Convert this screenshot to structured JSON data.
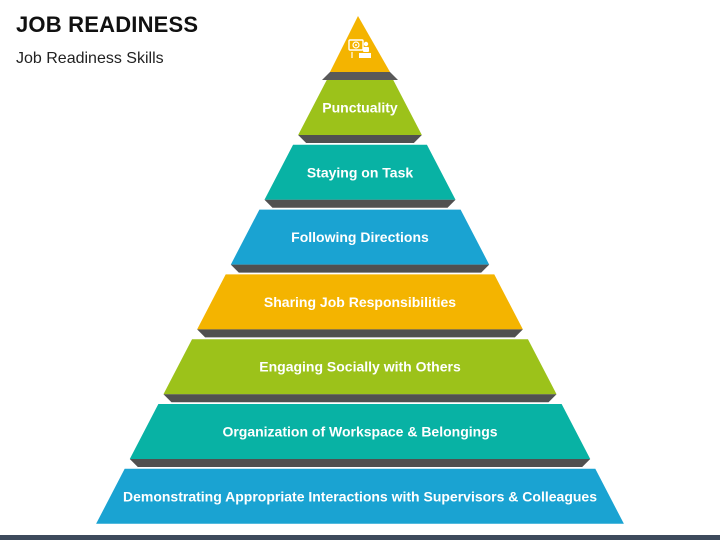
{
  "header": {
    "title": "JOB READINESS",
    "subtitle": "Job Readiness Skills"
  },
  "pyramid": {
    "top_icon": "target-and-person-icon",
    "tiers": [
      {
        "label": "Punctuality",
        "color": "#9cc21a"
      },
      {
        "label": "Staying on Task",
        "color": "#08b2a4"
      },
      {
        "label": "Following Directions",
        "color": "#1aa3d2"
      },
      {
        "label": "Sharing Job Responsibilities",
        "color": "#f4b400"
      },
      {
        "label": "Engaging Socially with Others",
        "color": "#9cc21a"
      },
      {
        "label": "Organization of Workspace & Belongings",
        "color": "#08b2a4"
      },
      {
        "label": "Demonstrating Appropriate Interactions with Supervisors & Colleagues",
        "color": "#1aa3d2"
      }
    ],
    "top_color": "#f4b400"
  }
}
